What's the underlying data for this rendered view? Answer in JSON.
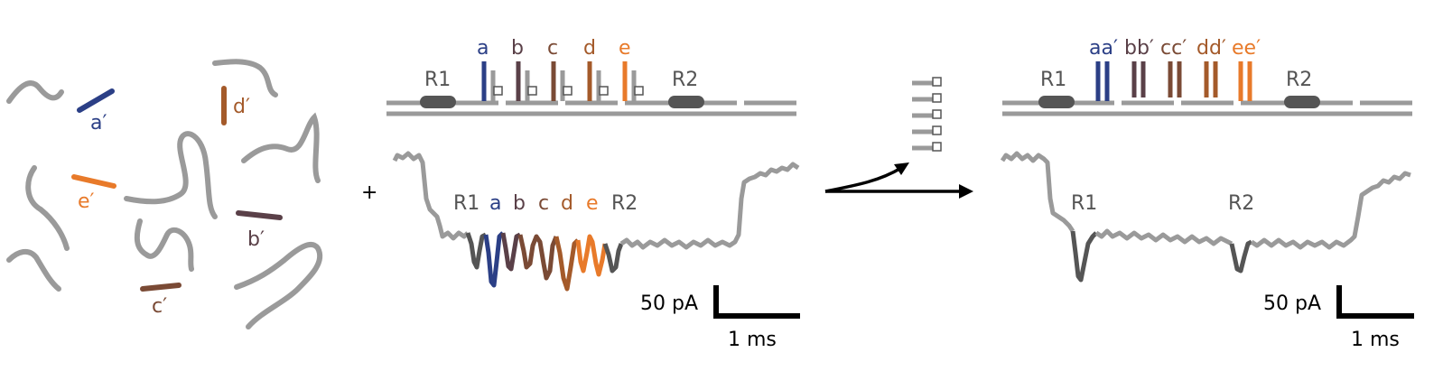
{
  "colors": {
    "gray": "#9a9a9a",
    "dark": "#555555",
    "a": "#2b3f86",
    "b": "#5a4048",
    "c": "#7a4a35",
    "d": "#a45a2a",
    "e": "#e87a2a",
    "black": "#000000"
  },
  "left_panel": {
    "labels": {
      "a": "a′",
      "b": "b′",
      "c": "c′",
      "d": "d′",
      "e": "e′"
    },
    "plus": "+"
  },
  "middle_panel": {
    "top_labels": [
      "a",
      "b",
      "c",
      "d",
      "e"
    ],
    "r1": "R1",
    "r2": "R2",
    "trace_labels": [
      "R1",
      "a",
      "b",
      "c",
      "d",
      "e",
      "R2"
    ],
    "scale_y": "50 pA",
    "scale_x": "1 ms"
  },
  "right_panel": {
    "top_labels": [
      "aa′",
      "bb′",
      "cc′",
      "dd′",
      "ee′"
    ],
    "r1": "R1",
    "r2": "R2",
    "trace_r1": "R1",
    "trace_r2": "R2",
    "scale_y": "50 pA",
    "scale_x": "1 ms"
  }
}
